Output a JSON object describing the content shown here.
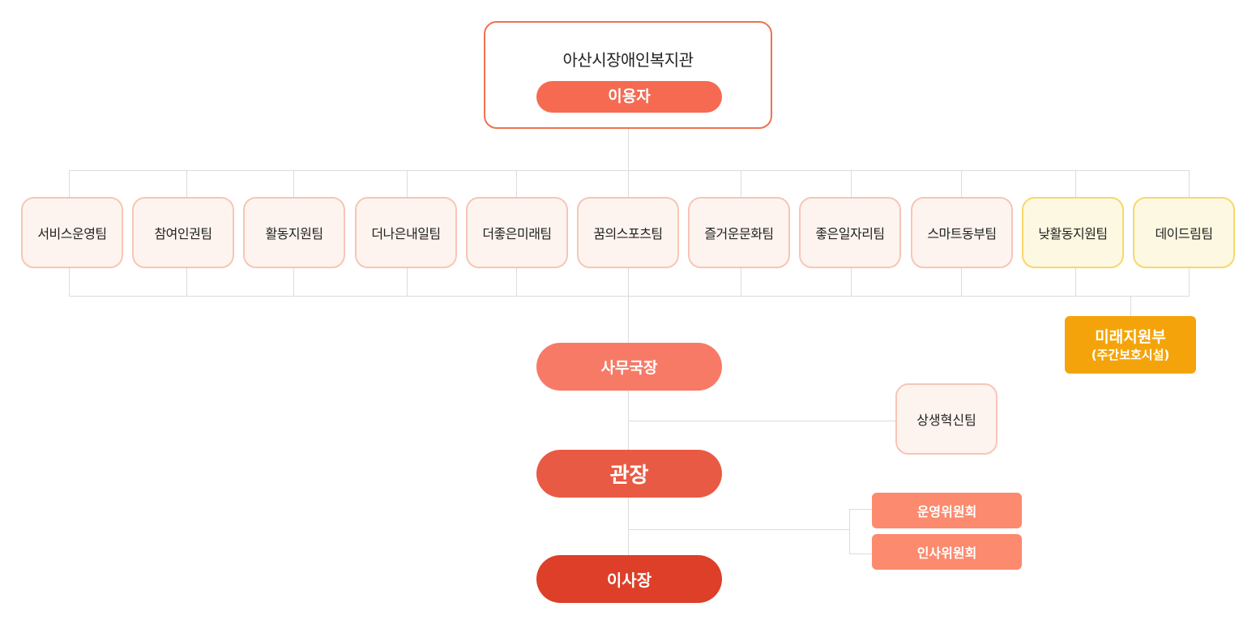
{
  "org": {
    "name": "아산시장애인복지관",
    "users": "이용자",
    "teams": [
      {
        "label": "서비스운영팀",
        "color": "#fdf4ef"
      },
      {
        "label": "참여인권팀",
        "color": "#fdf4ef"
      },
      {
        "label": "활동지원팀",
        "color": "#fdf4ef"
      },
      {
        "label": "더나은내일팀",
        "color": "#fdf4ef"
      },
      {
        "label": "더좋은미래팀",
        "color": "#fdf4ef"
      },
      {
        "label": "꿈의스포츠팀",
        "color": "#fdf4ef"
      },
      {
        "label": "즐거운문화팀",
        "color": "#fdf4ef"
      },
      {
        "label": "좋은일자리팀",
        "color": "#fdf4ef"
      },
      {
        "label": "스마트동부팀",
        "color": "#fdf4ef"
      },
      {
        "label": "낮활동지원팀",
        "color": "#fdf8e2"
      },
      {
        "label": "데이드림팀",
        "color": "#fdf8e2"
      }
    ],
    "future_dept": {
      "title": "미래지원부",
      "subtitle": "(주간보호시설)"
    },
    "secretary": "사무국장",
    "innovation_team": "상생혁신팀",
    "director": "관장",
    "committees": [
      "운영위원회",
      "인사위원회"
    ],
    "chairman": "이사장"
  },
  "colors": {
    "accent": "#f66a52",
    "secretary": "#f77a67",
    "director": "#e85a43",
    "chairman": "#dd3f29",
    "future_dept": "#f4a40a",
    "committee": "#fc8a6e"
  }
}
